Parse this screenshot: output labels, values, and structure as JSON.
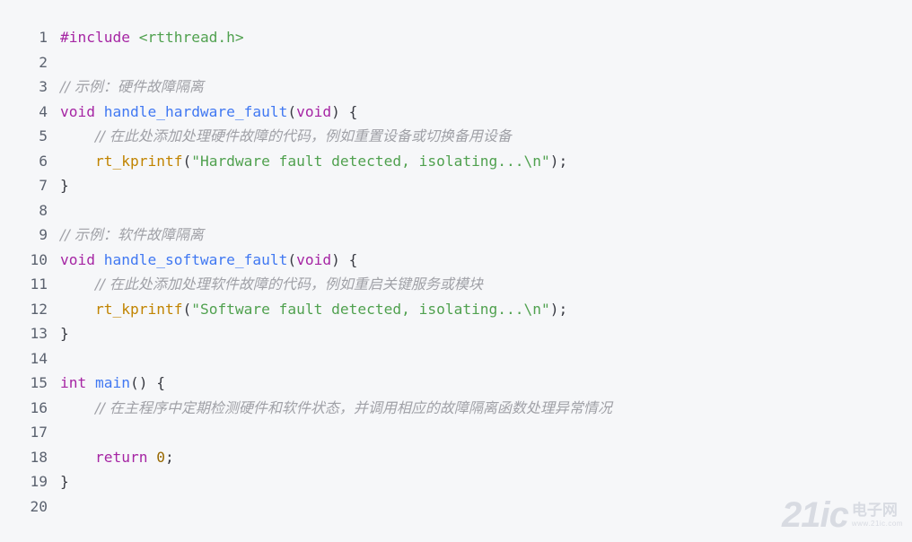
{
  "code": {
    "language": "c",
    "lines": [
      {
        "n": "1",
        "tokens": [
          {
            "t": "pre",
            "v": "#include "
          },
          {
            "t": "hdr",
            "v": "<rtthread.h>"
          }
        ]
      },
      {
        "n": "2",
        "tokens": []
      },
      {
        "n": "3",
        "tokens": [
          {
            "t": "cmt",
            "v": "// 示例：硬件故障隔离"
          }
        ]
      },
      {
        "n": "4",
        "tokens": [
          {
            "t": "type",
            "v": "void"
          },
          {
            "t": "pun",
            "v": " "
          },
          {
            "t": "fn",
            "v": "handle_hardware_fault"
          },
          {
            "t": "pun",
            "v": "("
          },
          {
            "t": "type",
            "v": "void"
          },
          {
            "t": "pun",
            "v": ") {"
          }
        ]
      },
      {
        "n": "5",
        "tokens": [
          {
            "t": "pun",
            "v": "    "
          },
          {
            "t": "cmt",
            "v": "// 在此处添加处理硬件故障的代码，例如重置设备或切换备用设备"
          }
        ]
      },
      {
        "n": "6",
        "tokens": [
          {
            "t": "pun",
            "v": "    "
          },
          {
            "t": "call",
            "v": "rt_kprintf"
          },
          {
            "t": "pun",
            "v": "("
          },
          {
            "t": "str",
            "v": "\"Hardware fault detected, isolating...\\n\""
          },
          {
            "t": "pun",
            "v": ");"
          }
        ]
      },
      {
        "n": "7",
        "tokens": [
          {
            "t": "pun",
            "v": "}"
          }
        ]
      },
      {
        "n": "8",
        "tokens": []
      },
      {
        "n": "9",
        "tokens": [
          {
            "t": "cmt",
            "v": "// 示例：软件故障隔离"
          }
        ]
      },
      {
        "n": "10",
        "tokens": [
          {
            "t": "type",
            "v": "void"
          },
          {
            "t": "pun",
            "v": " "
          },
          {
            "t": "fn",
            "v": "handle_software_fault"
          },
          {
            "t": "pun",
            "v": "("
          },
          {
            "t": "type",
            "v": "void"
          },
          {
            "t": "pun",
            "v": ") {"
          }
        ]
      },
      {
        "n": "11",
        "tokens": [
          {
            "t": "pun",
            "v": "    "
          },
          {
            "t": "cmt",
            "v": "// 在此处添加处理软件故障的代码，例如重启关键服务或模块"
          }
        ]
      },
      {
        "n": "12",
        "tokens": [
          {
            "t": "pun",
            "v": "    "
          },
          {
            "t": "call",
            "v": "rt_kprintf"
          },
          {
            "t": "pun",
            "v": "("
          },
          {
            "t": "str",
            "v": "\"Software fault detected, isolating...\\n\""
          },
          {
            "t": "pun",
            "v": ");"
          }
        ]
      },
      {
        "n": "13",
        "tokens": [
          {
            "t": "pun",
            "v": "}"
          }
        ]
      },
      {
        "n": "14",
        "tokens": []
      },
      {
        "n": "15",
        "tokens": [
          {
            "t": "type",
            "v": "int"
          },
          {
            "t": "pun",
            "v": " "
          },
          {
            "t": "fn",
            "v": "main"
          },
          {
            "t": "pun",
            "v": "() {"
          }
        ]
      },
      {
        "n": "16",
        "tokens": [
          {
            "t": "pun",
            "v": "    "
          },
          {
            "t": "cmt",
            "v": "// 在主程序中定期检测硬件和软件状态，并调用相应的故障隔离函数处理异常情况"
          }
        ]
      },
      {
        "n": "17",
        "tokens": []
      },
      {
        "n": "18",
        "tokens": [
          {
            "t": "pun",
            "v": "    "
          },
          {
            "t": "kw",
            "v": "return"
          },
          {
            "t": "pun",
            "v": " "
          },
          {
            "t": "num",
            "v": "0"
          },
          {
            "t": "pun",
            "v": ";"
          }
        ]
      },
      {
        "n": "19",
        "tokens": [
          {
            "t": "pun",
            "v": "}"
          }
        ]
      },
      {
        "n": "20",
        "tokens": []
      }
    ]
  },
  "watermark": {
    "logo": "21ic",
    "site_cn": "电子网",
    "site_en": "www.21ic.com"
  },
  "colors": {
    "background": "#f6f7f9",
    "keyword": "#a626a4",
    "function": "#4078f2",
    "call": "#c18401",
    "string": "#50a14f",
    "number": "#986801",
    "comment": "#a0a1a7",
    "line_number": "#5c6370"
  }
}
